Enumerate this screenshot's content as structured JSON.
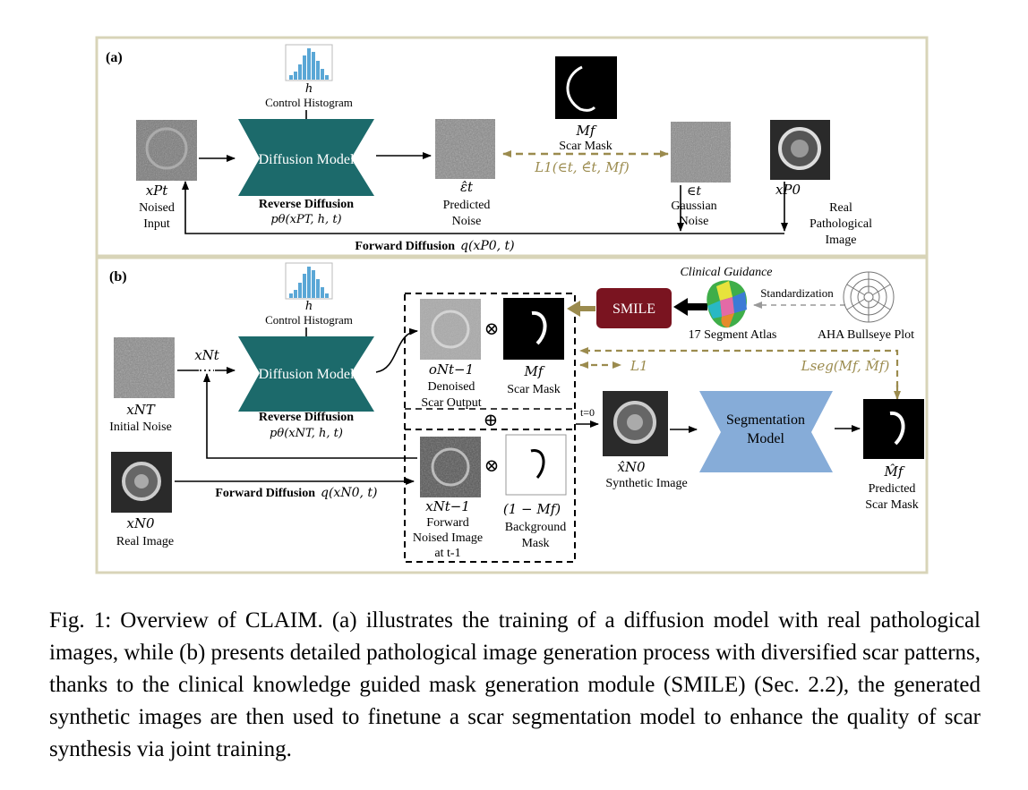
{
  "panel_a": {
    "tag": "(a)",
    "histogram": {
      "symbol": "h",
      "label": "Control Histogram",
      "color": "#5aa7d6"
    },
    "diffusion_model": {
      "label": "Diffusion Model",
      "color": "#1c6a6b"
    },
    "reverse_diffusion": {
      "label": "Reverse Diffusion",
      "formula": "pθ(xPT, h, t)"
    },
    "noised_input": {
      "symbol": "xPt",
      "label_line1": "Noised",
      "label_line2": "Input"
    },
    "predicted_noise": {
      "symbol": "ε̂t",
      "label_line1": "Predicted",
      "label_line2": "Noise"
    },
    "scar_mask": {
      "symbol": "Mf",
      "label": "Scar Mask"
    },
    "loss": {
      "formula": "L1(∈t, ∈̂t, Mf)",
      "color": "#9b8b4e"
    },
    "gaussian_noise": {
      "symbol": "∈t",
      "label_line1": "Gaussian",
      "label_line2": "Noise"
    },
    "real_image": {
      "symbol": "xP0",
      "label_line1": "Real",
      "label_line2": "Pathological",
      "label_line3": "Image"
    },
    "forward_diffusion": {
      "label": "Forward Diffusion",
      "formula": "q(xP0, t)"
    }
  },
  "panel_b": {
    "tag": "(b)",
    "histogram": {
      "symbol": "h",
      "label": "Control Histogram"
    },
    "initial_noise": {
      "symbol": "xNT",
      "label": "Initial Noise"
    },
    "xnt": {
      "symbol": "xNt"
    },
    "diffusion_model": {
      "label": "Diffusion Model"
    },
    "reverse_diffusion": {
      "label": "Reverse Diffusion",
      "formula": "pθ(xNT, h, t)"
    },
    "denoised": {
      "symbol": "oNt−1",
      "label_line1": "Denoised",
      "label_line2": "Scar Output"
    },
    "scar_mask": {
      "symbol": "Mf",
      "label": "Scar Mask"
    },
    "l1": {
      "formula": "L1"
    },
    "smile": {
      "label": "SMILE",
      "color": "#7a1420"
    },
    "clinical_guidance": {
      "label": "Clinical Guidance"
    },
    "atlas": {
      "label": "17 Segment Atlas"
    },
    "standardization": {
      "label": "Standardization"
    },
    "bullseye": {
      "label": "AHA Bullseye Plot"
    },
    "lseg": {
      "formula": "Lseg(Mf, M̂f)"
    },
    "oplus": {
      "symbol": "⊕"
    },
    "otimes": {
      "symbol": "⊗"
    },
    "t0": {
      "label": "t=0"
    },
    "real_image": {
      "symbol": "xN0",
      "label": "Real Image"
    },
    "forward_diffusion": {
      "label": "Forward Diffusion",
      "formula": "q(xN0, t)"
    },
    "forward_noised": {
      "symbol": "xNt−1",
      "label_line1": "Forward",
      "label_line2": "Noised Image",
      "label_line3": "at t-1"
    },
    "background_mask": {
      "symbol": "(1 − Mf)",
      "label_line1": "Background",
      "label_line2": "Mask"
    },
    "synthetic": {
      "symbol": "x̂N0",
      "label": "Synthetic Image"
    },
    "segmentation_model": {
      "label_line1": "Segmentation",
      "label_line2": "Model",
      "color": "#86acd8"
    },
    "predicted_mask": {
      "symbol": "M̂f",
      "label_line1": "Predicted",
      "label_line2": "Scar Mask"
    }
  },
  "caption": {
    "text": "Fig. 1: Overview of CLAIM. (a) illustrates the training of a diffusion model with real pathological images, while (b) presents detailed pathological image generation process with diversified scar patterns, thanks to the clinical knowledge guided mask generation module (SMILE) (Sec. 2.2), the generated synthetic images are then used to finetune a scar segmentation model to enhance the quality of scar synthesis via joint training."
  }
}
